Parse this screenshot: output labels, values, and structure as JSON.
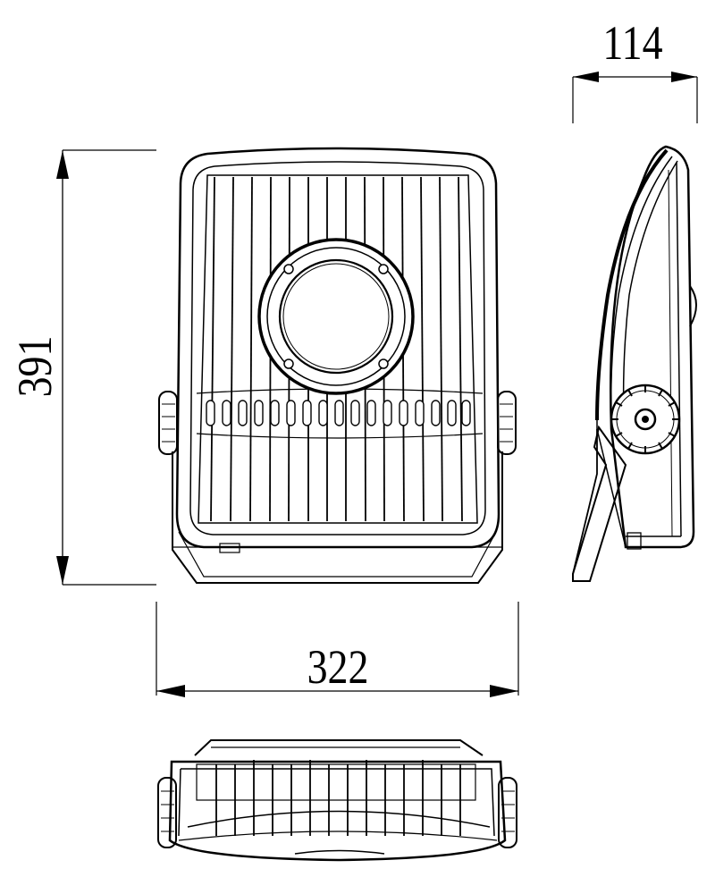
{
  "dimensions": {
    "width": "322",
    "height": "391",
    "depth": "114"
  },
  "colors": {
    "line": "#000000",
    "background": "#ffffff"
  }
}
